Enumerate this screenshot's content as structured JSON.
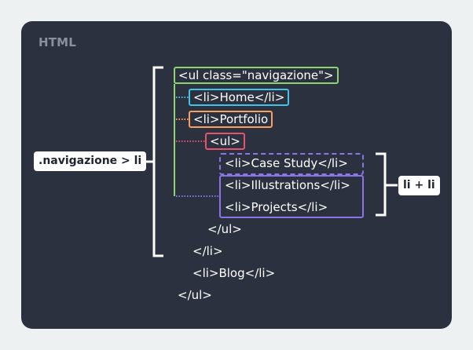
{
  "panel": {
    "title": "HTML"
  },
  "labels": {
    "child_selector": ".navigazione > li",
    "adjacent_selector": "li + li"
  },
  "code": {
    "ul_open": "<ul class=\"navigazione\">",
    "li_home": "<li>Home</li>",
    "li_portfolio": "<li>Portfolio",
    "inner_ul_open": "<ul>",
    "li_case_study": "<li>Case Study</li>",
    "li_illustrations": "<li>Illustrations</li>",
    "li_projects": "<li>Projects</li>",
    "inner_ul_close": "</ul>",
    "li_close": "</li>",
    "li_blog": "<li>Blog</li>",
    "ul_close": "</ul>"
  },
  "colors": {
    "background": "#eef1f2",
    "panel": "#2c3140",
    "green": "#8bd46f",
    "cyan": "#40c4e8",
    "orange": "#f5a15d",
    "pink": "#e5546d",
    "purple": "#8b74e8"
  }
}
